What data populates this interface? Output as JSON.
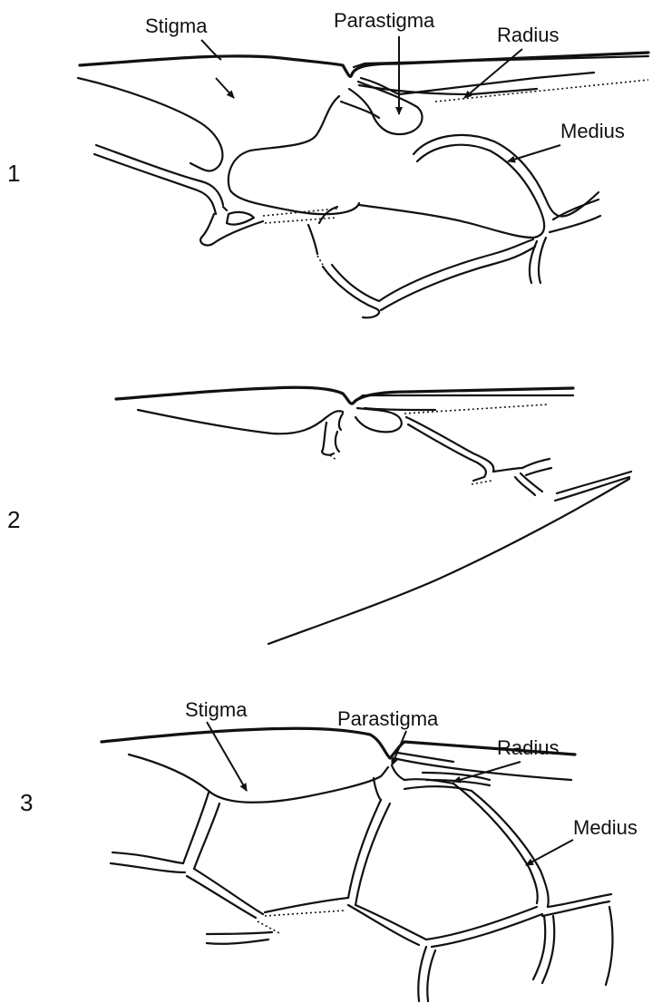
{
  "figures": [
    {
      "number": "1",
      "labels": {
        "stigma": "Stigma",
        "parastigma": "Parastigma",
        "radius": "Radius",
        "medius": "Medius"
      }
    },
    {
      "number": "2"
    },
    {
      "number": "3",
      "labels": {
        "stigma": "Stigma",
        "parastigma": "Parastigma",
        "radius": "Radius",
        "medius": "Medius"
      }
    }
  ]
}
